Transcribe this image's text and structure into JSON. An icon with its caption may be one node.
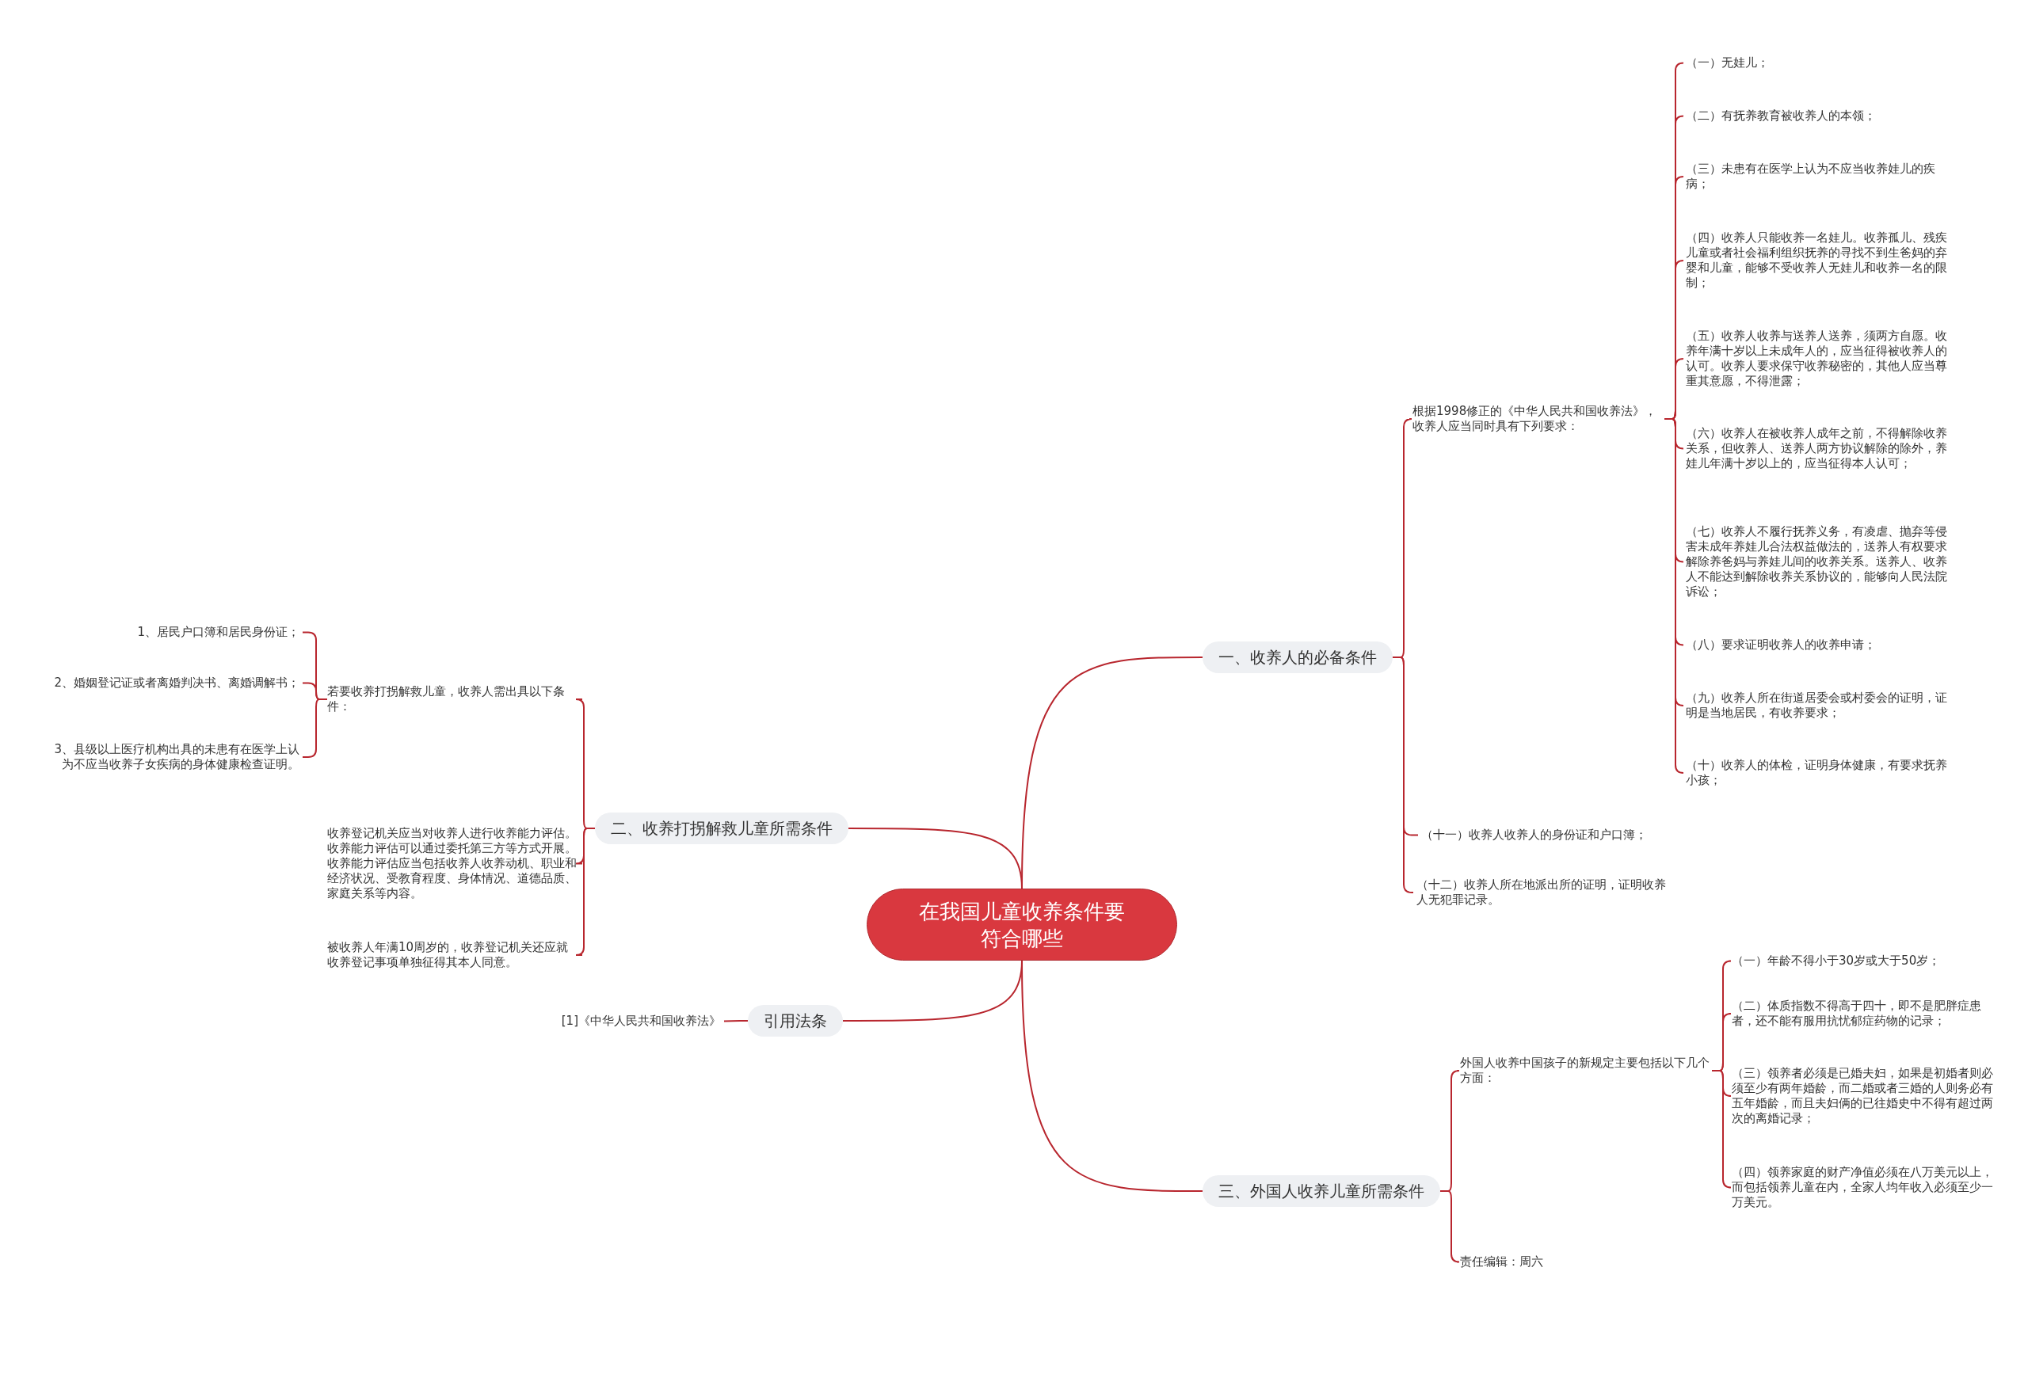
{
  "diagram": {
    "nodes": [
      {
        "text": [
          "在我国儿童收养条件要符合哪些"
        ]
      },
      {
        "text": [
          "一、收养人的必备条件"
        ]
      },
      {
        "text": [
          "根据1998修正的《中华人民共和国收养法》，收养人应当同时具有下列要求："
        ]
      },
      {
        "text": [
          "（一）无娃儿；"
        ]
      },
      {
        "text": [
          "（二）有抚养教育被收养人的本领；"
        ]
      },
      {
        "text": [
          "（三）未患有在医学上认为不应当收养娃儿的疾病；"
        ]
      },
      {
        "text": [
          "（四）收养人只能收养一名娃儿。收养孤儿、残疾儿童或者社会福利组织抚养的寻找不到生爸妈的弃婴和儿童，能够不受收养人无娃儿和收养一名的限制；"
        ]
      },
      {
        "text": [
          "（五）收养人收养与送养人送养，须两方自愿。收养年满十岁以上未成年人的，应当征得被收养人的认可。收养人要求保守收养秘密的，其他人应当尊重其意愿，不得泄露；"
        ]
      },
      {
        "text": [
          "（六）收养人在被收养人成年之前，不得解除收养关系，但收养人、送养人两方协议解除的除外，养娃儿年满十岁以上的，应当征得本人认可；"
        ]
      },
      {
        "text": [
          "（七）收养人不履行抚养义务，有凌虐、抛弃等侵害未成年养娃儿合法权益做法的，送养人有权要求解除养爸妈与养娃儿间的收养关系。送养人、收养人不能达到解除收养关系协议的，能够向人民法院诉讼；"
        ]
      },
      {
        "text": [
          "（八）要求证明收养人的收养申请；"
        ]
      },
      {
        "text": [
          "（九）收养人所在街道居委会或村委会的证明，证明是当地居民，有收养要求；"
        ]
      },
      {
        "text": [
          "（十）收养人的体检，证明身体健康，有要求抚养小孩；"
        ]
      },
      {
        "text": [
          "（十一）收养人收养人的身份证和户口簿；"
        ]
      },
      {
        "text": [
          "（十二）收养人所在地派出所的证明，证明收养人无犯罪记录。"
        ]
      },
      {
        "text": [
          "二、收养打拐解救儿童所需条件"
        ]
      },
      {
        "text": [
          "若要收养打拐解救儿童，收养人需出具以下条件："
        ]
      },
      {
        "text": [
          "1、居民户口簿和居民身份证；"
        ]
      },
      {
        "text": [
          "2、婚姻登记证或者离婚判决书、离婚调解书；"
        ]
      },
      {
        "text": [
          "3、县级以上医疗机构出具的未患有在医学上认为不应当收养子女疾病的身体健康检查证明。"
        ]
      },
      {
        "text": [
          "收养登记机关应当对收养人进行收养能力评估。收养能力评估可以通过委托第三方等方式开展。收养能力评估应当包括收养人收养动机、职业和经济状况、受教育程度、身体情况、道德品质、家庭关系等内容。"
        ]
      },
      {
        "text": [
          "被收养人年满10周岁的，收养登记机关还应就收养登记事项单独征得其本人同意。"
        ]
      },
      {
        "text": [
          "引用法条"
        ]
      },
      {
        "text": [
          "[1]《中华人民共和国收养法》"
        ]
      },
      {
        "text": [
          "三、外国人收养儿童所需条件"
        ]
      },
      {
        "text": [
          "外国人收养中国孩子的新规定主要包括以下几个方面："
        ]
      },
      {
        "text": [
          "（一）年龄不得小于30岁或大于50岁；"
        ]
      },
      {
        "text": [
          "（二）体质指数不得高于四十，即不是肥胖症患者，还不能有服用抗忧郁症药物的记录；"
        ]
      },
      {
        "text": [
          "（三）领养者必须是已婚夫妇，如果是初婚者则必须至少有两年婚龄，而二婚或者三婚的人则务必有五年婚龄，而且夫妇俩的已往婚史中不得有超过两次的离婚记录；"
        ]
      },
      {
        "text": [
          "（四）领养家庭的财产净值必须在八万美元以上，而包括领养儿童在内，全家人均年收入必须至少一万美元。"
        ]
      },
      {
        "text": [
          "责任编辑：周六"
        ]
      }
    ],
    "edges": [
      {
        "from": 0,
        "to": 1,
        "arrow": "none"
      },
      {
        "from": 0,
        "to": 15,
        "arrow": "none"
      },
      {
        "from": 0,
        "to": 22,
        "arrow": "none"
      },
      {
        "from": 0,
        "to": 24,
        "arrow": "none"
      },
      {
        "from": 1,
        "to": 2,
        "arrow": "none"
      },
      {
        "from": 1,
        "to": 13,
        "arrow": "none"
      },
      {
        "from": 1,
        "to": 14,
        "arrow": "none"
      },
      {
        "from": 2,
        "to": 3,
        "arrow": "none"
      },
      {
        "from": 2,
        "to": 4,
        "arrow": "none"
      },
      {
        "from": 2,
        "to": 5,
        "arrow": "none"
      },
      {
        "from": 2,
        "to": 6,
        "arrow": "none"
      },
      {
        "from": 2,
        "to": 7,
        "arrow": "none"
      },
      {
        "from": 2,
        "to": 8,
        "arrow": "none"
      },
      {
        "from": 2,
        "to": 9,
        "arrow": "none"
      },
      {
        "from": 2,
        "to": 10,
        "arrow": "none"
      },
      {
        "from": 2,
        "to": 11,
        "arrow": "none"
      },
      {
        "from": 2,
        "to": 12,
        "arrow": "none"
      },
      {
        "from": 15,
        "to": 16,
        "arrow": "none"
      },
      {
        "from": 15,
        "to": 20,
        "arrow": "none"
      },
      {
        "from": 15,
        "to": 21,
        "arrow": "none"
      },
      {
        "from": 16,
        "to": 17,
        "arrow": "none"
      },
      {
        "from": 16,
        "to": 18,
        "arrow": "none"
      },
      {
        "from": 16,
        "to": 19,
        "arrow": "none"
      },
      {
        "from": 22,
        "to": 23,
        "arrow": "none"
      },
      {
        "from": 24,
        "to": 25,
        "arrow": "none"
      },
      {
        "from": 24,
        "to": 30,
        "arrow": "none"
      },
      {
        "from": 25,
        "to": 26,
        "arrow": "none"
      },
      {
        "from": 25,
        "to": 27,
        "arrow": "none"
      },
      {
        "from": 25,
        "to": 28,
        "arrow": "none"
      },
      {
        "from": 25,
        "to": 29,
        "arrow": "none"
      }
    ]
  }
}
